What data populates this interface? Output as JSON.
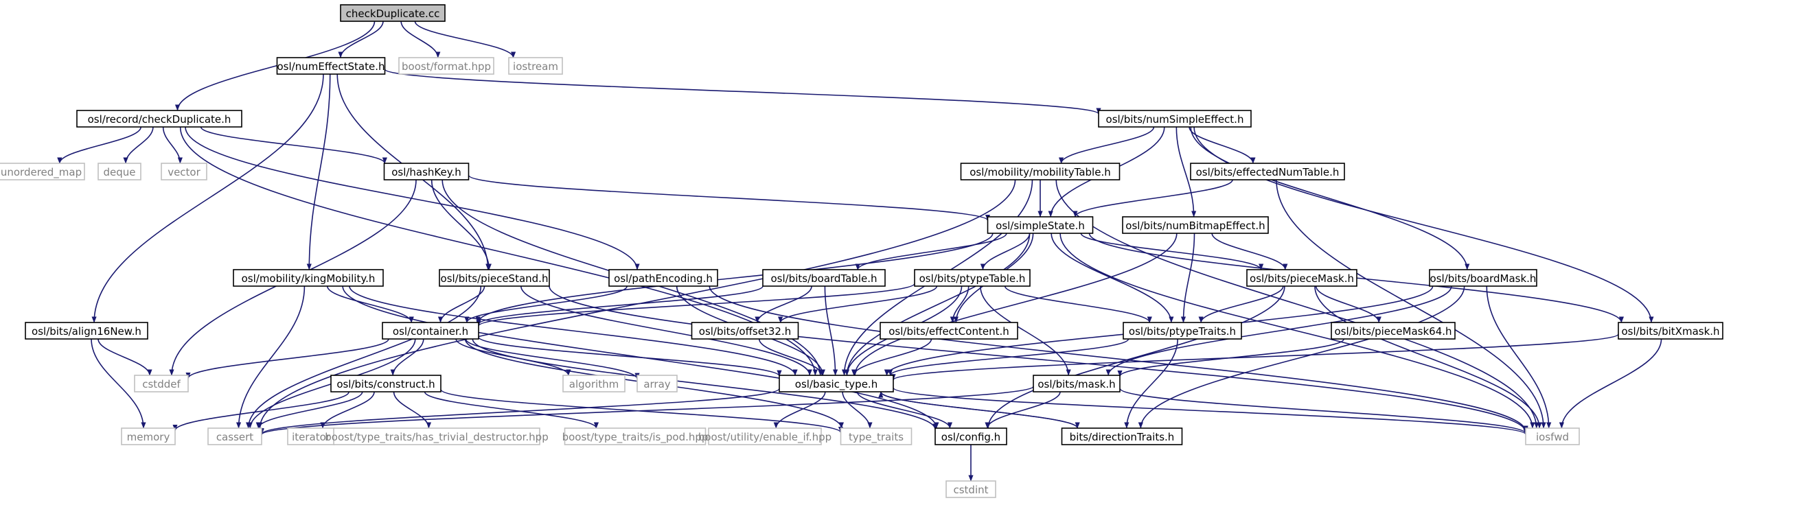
{
  "nodes": [
    {
      "id": "check_cc",
      "label": "checkDuplicate.cc",
      "style": "root"
    },
    {
      "id": "numEffectState",
      "label": "osl/numEffectState.h",
      "style": "normal"
    },
    {
      "id": "boost_format",
      "label": "boost/format.hpp",
      "style": "external"
    },
    {
      "id": "iostream",
      "label": "iostream",
      "style": "external"
    },
    {
      "id": "checkDuplicate_h",
      "label": "osl/record/checkDuplicate.h",
      "style": "normal"
    },
    {
      "id": "numSimpleEffect",
      "label": "osl/bits/numSimpleEffect.h",
      "style": "normal"
    },
    {
      "id": "unordered_map",
      "label": "unordered_map",
      "style": "external"
    },
    {
      "id": "deque",
      "label": "deque",
      "style": "external"
    },
    {
      "id": "vector",
      "label": "vector",
      "style": "external"
    },
    {
      "id": "hashKey",
      "label": "osl/hashKey.h",
      "style": "normal"
    },
    {
      "id": "mobilityTable",
      "label": "osl/mobility/mobilityTable.h",
      "style": "normal"
    },
    {
      "id": "effectedNumTable",
      "label": "osl/bits/effectedNumTable.h",
      "style": "normal"
    },
    {
      "id": "simpleState",
      "label": "osl/simpleState.h",
      "style": "normal"
    },
    {
      "id": "numBitmapEffect",
      "label": "osl/bits/numBitmapEffect.h",
      "style": "normal"
    },
    {
      "id": "kingMobility",
      "label": "osl/mobility/kingMobility.h",
      "style": "normal"
    },
    {
      "id": "pieceStand",
      "label": "osl/bits/pieceStand.h",
      "style": "normal"
    },
    {
      "id": "pathEncoding",
      "label": "osl/pathEncoding.h",
      "style": "normal"
    },
    {
      "id": "boardTable",
      "label": "osl/bits/boardTable.h",
      "style": "normal"
    },
    {
      "id": "ptypeTable",
      "label": "osl/bits/ptypeTable.h",
      "style": "normal"
    },
    {
      "id": "pieceMask",
      "label": "osl/bits/pieceMask.h",
      "style": "normal"
    },
    {
      "id": "boardMask",
      "label": "osl/bits/boardMask.h",
      "style": "normal"
    },
    {
      "id": "align16New",
      "label": "osl/bits/align16New.h",
      "style": "normal"
    },
    {
      "id": "container",
      "label": "osl/container.h",
      "style": "normal"
    },
    {
      "id": "offset32",
      "label": "osl/bits/offset32.h",
      "style": "normal"
    },
    {
      "id": "effectContent",
      "label": "osl/bits/effectContent.h",
      "style": "normal"
    },
    {
      "id": "ptypeTraits",
      "label": "osl/bits/ptypeTraits.h",
      "style": "normal"
    },
    {
      "id": "pieceMask64",
      "label": "osl/bits/pieceMask64.h",
      "style": "normal"
    },
    {
      "id": "bitXmask",
      "label": "osl/bits/bitXmask.h",
      "style": "normal"
    },
    {
      "id": "cstddef",
      "label": "cstddef",
      "style": "external"
    },
    {
      "id": "algorithm",
      "label": "algorithm",
      "style": "external"
    },
    {
      "id": "array",
      "label": "array",
      "style": "external"
    },
    {
      "id": "basic_type",
      "label": "osl/basic_type.h",
      "style": "normal"
    },
    {
      "id": "construct",
      "label": "osl/bits/construct.h",
      "style": "normal"
    },
    {
      "id": "mask",
      "label": "osl/bits/mask.h",
      "style": "normal"
    },
    {
      "id": "memory",
      "label": "memory",
      "style": "external"
    },
    {
      "id": "cassert",
      "label": "cassert",
      "style": "external"
    },
    {
      "id": "iterator",
      "label": "iterator",
      "style": "external"
    },
    {
      "id": "has_trivial_destructor",
      "label": "boost/type_traits/has_trivial_destructor.hpp",
      "style": "external"
    },
    {
      "id": "is_pod",
      "label": "boost/type_traits/is_pod.hpp",
      "style": "external"
    },
    {
      "id": "enable_if",
      "label": "boost/utility/enable_if.hpp",
      "style": "external"
    },
    {
      "id": "type_traits",
      "label": "type_traits",
      "style": "external"
    },
    {
      "id": "config",
      "label": "osl/config.h",
      "style": "normal"
    },
    {
      "id": "directionTraits",
      "label": "bits/directionTraits.h",
      "style": "normal"
    },
    {
      "id": "iosfwd",
      "label": "iosfwd",
      "style": "external"
    },
    {
      "id": "cstdint",
      "label": "cstdint",
      "style": "external"
    }
  ],
  "edges": [
    [
      "check_cc",
      "checkDuplicate_h"
    ],
    [
      "check_cc",
      "numEffectState"
    ],
    [
      "check_cc",
      "boost_format"
    ],
    [
      "check_cc",
      "iostream"
    ],
    [
      "numEffectState",
      "numSimpleEffect"
    ],
    [
      "numEffectState",
      "align16New"
    ],
    [
      "numEffectState",
      "kingMobility"
    ],
    [
      "numEffectState",
      "pieceStand"
    ],
    [
      "checkDuplicate_h",
      "unordered_map"
    ],
    [
      "checkDuplicate_h",
      "deque"
    ],
    [
      "checkDuplicate_h",
      "vector"
    ],
    [
      "checkDuplicate_h",
      "hashKey"
    ],
    [
      "checkDuplicate_h",
      "pathEncoding"
    ],
    [
      "checkDuplicate_h",
      "basic_type"
    ],
    [
      "numSimpleEffect",
      "mobilityTable"
    ],
    [
      "numSimpleEffect",
      "effectedNumTable"
    ],
    [
      "numSimpleEffect",
      "simpleState"
    ],
    [
      "numSimpleEffect",
      "numBitmapEffect"
    ],
    [
      "numSimpleEffect",
      "boardMask"
    ],
    [
      "numSimpleEffect",
      "bitXmask"
    ],
    [
      "hashKey",
      "simpleState"
    ],
    [
      "hashKey",
      "pieceStand"
    ],
    [
      "hashKey",
      "basic_type"
    ],
    [
      "hashKey",
      "cstddef"
    ],
    [
      "mobilityTable",
      "simpleState"
    ],
    [
      "mobilityTable",
      "basic_type"
    ],
    [
      "mobilityTable",
      "cassert"
    ],
    [
      "mobilityTable",
      "iosfwd"
    ],
    [
      "effectedNumTable",
      "simpleState"
    ],
    [
      "effectedNumTable",
      "iosfwd"
    ],
    [
      "simpleState",
      "container"
    ],
    [
      "simpleState",
      "boardTable"
    ],
    [
      "simpleState",
      "ptypeTable"
    ],
    [
      "simpleState",
      "pieceMask"
    ],
    [
      "simpleState",
      "effectContent"
    ],
    [
      "simpleState",
      "ptypeTraits"
    ],
    [
      "simpleState",
      "bitXmask"
    ],
    [
      "simpleState",
      "basic_type"
    ],
    [
      "simpleState",
      "iosfwd"
    ],
    [
      "numBitmapEffect",
      "pieceMask"
    ],
    [
      "numBitmapEffect",
      "ptypeTraits"
    ],
    [
      "numBitmapEffect",
      "basic_type"
    ],
    [
      "kingMobility",
      "container"
    ],
    [
      "kingMobility",
      "basic_type"
    ],
    [
      "kingMobility",
      "cassert"
    ],
    [
      "kingMobility",
      "config"
    ],
    [
      "pieceStand",
      "container"
    ],
    [
      "pieceStand",
      "basic_type"
    ],
    [
      "pieceStand",
      "cassert"
    ],
    [
      "pieceStand",
      "iosfwd"
    ],
    [
      "pathEncoding",
      "container"
    ],
    [
      "pathEncoding",
      "basic_type"
    ],
    [
      "pathEncoding",
      "iosfwd"
    ],
    [
      "boardTable",
      "container"
    ],
    [
      "boardTable",
      "offset32"
    ],
    [
      "boardTable",
      "basic_type"
    ],
    [
      "ptypeTable",
      "container"
    ],
    [
      "ptypeTable",
      "offset32"
    ],
    [
      "ptypeTable",
      "effectContent"
    ],
    [
      "ptypeTable",
      "ptypeTraits"
    ],
    [
      "ptypeTable",
      "basic_type"
    ],
    [
      "ptypeTable",
      "mask"
    ],
    [
      "pieceMask",
      "pieceMask64"
    ],
    [
      "pieceMask",
      "ptypeTraits"
    ],
    [
      "pieceMask",
      "config"
    ],
    [
      "pieceMask",
      "iosfwd"
    ],
    [
      "boardMask",
      "basic_type"
    ],
    [
      "boardMask",
      "mask"
    ],
    [
      "boardMask",
      "directionTraits"
    ],
    [
      "boardMask",
      "iosfwd"
    ],
    [
      "align16New",
      "cstddef"
    ],
    [
      "align16New",
      "memory"
    ],
    [
      "container",
      "cstddef"
    ],
    [
      "container",
      "algorithm"
    ],
    [
      "container",
      "array"
    ],
    [
      "container",
      "basic_type"
    ],
    [
      "container",
      "construct"
    ],
    [
      "container",
      "cassert"
    ],
    [
      "container",
      "type_traits"
    ],
    [
      "container",
      "config"
    ],
    [
      "offset32",
      "basic_type"
    ],
    [
      "effectContent",
      "basic_type"
    ],
    [
      "ptypeTraits",
      "basic_type"
    ],
    [
      "ptypeTraits",
      "directionTraits"
    ],
    [
      "pieceMask64",
      "mask"
    ],
    [
      "bitXmask",
      "basic_type"
    ],
    [
      "bitXmask",
      "iosfwd"
    ],
    [
      "basic_type",
      "config"
    ],
    [
      "basic_type",
      "directionTraits"
    ],
    [
      "basic_type",
      "cassert"
    ],
    [
      "basic_type",
      "iosfwd"
    ],
    [
      "basic_type",
      "enable_if"
    ],
    [
      "basic_type",
      "type_traits"
    ],
    [
      "construct",
      "memory"
    ],
    [
      "construct",
      "cassert"
    ],
    [
      "construct",
      "iterator"
    ],
    [
      "construct",
      "has_trivial_destructor"
    ],
    [
      "construct",
      "is_pod"
    ],
    [
      "construct",
      "type_traits"
    ],
    [
      "mask",
      "config"
    ],
    [
      "mask",
      "cassert"
    ],
    [
      "mask",
      "iosfwd"
    ],
    [
      "config",
      "cstdint"
    ],
    [
      "directionTraits",
      "basic_type"
    ]
  ],
  "colors": {
    "edge": "#191970",
    "node_border": "#000000",
    "external_border": "#bfbfbf",
    "external_text": "#808080",
    "root_fill": "#bfbfbf",
    "node_fill": "#ffffff",
    "text": "#000000"
  }
}
